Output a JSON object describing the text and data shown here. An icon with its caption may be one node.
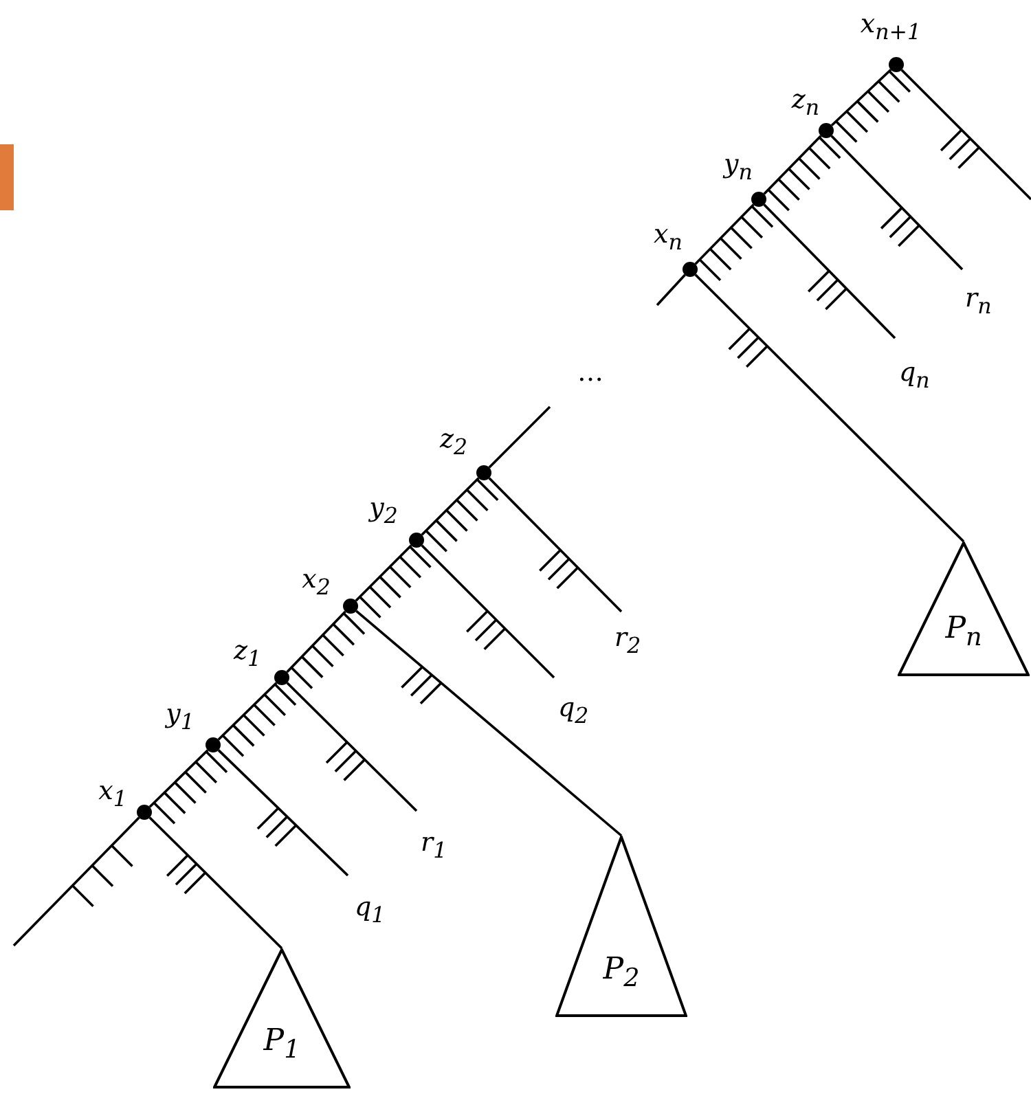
{
  "diagram": {
    "nodes": [
      {
        "text": [],
        "shape": "circle",
        "beside": [
          "x$_{1}$"
        ]
      },
      {
        "text": [],
        "shape": "circle",
        "beside": [
          "y$_{1}$"
        ]
      },
      {
        "text": [],
        "shape": "circle",
        "beside": [
          "z$_{1}$"
        ]
      },
      {
        "text": [],
        "shape": "circle",
        "beside": [
          "x$_{2}$"
        ]
      },
      {
        "text": [],
        "shape": "circle",
        "beside": [
          "y$_{2}$"
        ]
      },
      {
        "text": [],
        "shape": "circle",
        "beside": [
          "z$_{2}$"
        ]
      },
      {
        "text": [],
        "shape": "circle",
        "beside": [
          "x$_{n}$"
        ]
      },
      {
        "text": [],
        "shape": "circle",
        "beside": [
          "y$_{n}$"
        ]
      },
      {
        "text": [],
        "shape": "circle",
        "beside": [
          "z$_{n}$"
        ]
      },
      {
        "text": [],
        "shape": "circle",
        "beside": [
          "x$_{n+1}$"
        ]
      },
      {
        "text": [
          "q$_{1}$"
        ]
      },
      {
        "text": [
          "r$_{1}$"
        ]
      },
      {
        "text": [
          "P$_{1}$"
        ]
      },
      {
        "text": [
          "q$_{2}$"
        ]
      },
      {
        "text": [
          "r$_{2}$"
        ]
      },
      {
        "text": [
          "P$_{2}$"
        ]
      },
      {
        "text": [
          "q$_{n}$"
        ]
      },
      {
        "text": [
          "r$_{n}$"
        ]
      },
      {
        "text": [
          "P$_{n}$"
        ]
      }
    ],
    "edges": [
      {
        "from": null,
        "to": 0,
        "arrow": "none"
      },
      {
        "from": 0,
        "to": 1,
        "arrow": "none"
      },
      {
        "from": 1,
        "to": 2,
        "arrow": "none"
      },
      {
        "from": 2,
        "to": 3,
        "arrow": "none"
      },
      {
        "from": 3,
        "to": 4,
        "arrow": "none"
      },
      {
        "from": 4,
        "to": 5,
        "arrow": "none"
      },
      {
        "from": 5,
        "to": null,
        "arrow": "none"
      },
      {
        "from": null,
        "to": 6,
        "arrow": "none"
      },
      {
        "from": 6,
        "to": 7,
        "arrow": "none"
      },
      {
        "from": 7,
        "to": 8,
        "arrow": "none"
      },
      {
        "from": 8,
        "to": 9,
        "arrow": "none"
      },
      {
        "from": 0,
        "to": 12,
        "arrow": "none"
      },
      {
        "from": 1,
        "to": 10,
        "arrow": "none"
      },
      {
        "from": 2,
        "to": 11,
        "arrow": "none"
      },
      {
        "from": 3,
        "to": 15,
        "arrow": "none"
      },
      {
        "from": 4,
        "to": 13,
        "arrow": "none"
      },
      {
        "from": 5,
        "to": 14,
        "arrow": "none"
      },
      {
        "from": 6,
        "to": 18,
        "arrow": "none"
      },
      {
        "from": 7,
        "to": 16,
        "arrow": "none"
      },
      {
        "from": 8,
        "to": 17,
        "arrow": "none"
      },
      {
        "from": 9,
        "to": null,
        "arrow": "none"
      }
    ],
    "labels": [
      "…"
    ]
  }
}
